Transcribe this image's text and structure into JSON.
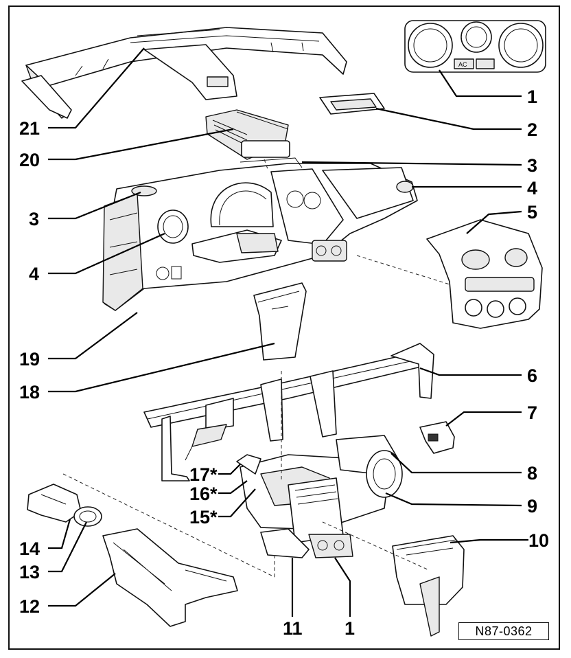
{
  "diagram": {
    "reference_code": "N87-0362",
    "callouts": [
      {
        "id": "c1a",
        "text": "1"
      },
      {
        "id": "c2",
        "text": "2"
      },
      {
        "id": "c3a",
        "text": "3"
      },
      {
        "id": "c4a",
        "text": "4"
      },
      {
        "id": "c5",
        "text": "5"
      },
      {
        "id": "c6",
        "text": "6"
      },
      {
        "id": "c7",
        "text": "7"
      },
      {
        "id": "c8",
        "text": "8"
      },
      {
        "id": "c9",
        "text": "9"
      },
      {
        "id": "c10",
        "text": "10"
      },
      {
        "id": "c21",
        "text": "21"
      },
      {
        "id": "c20",
        "text": "20"
      },
      {
        "id": "c3b",
        "text": "3"
      },
      {
        "id": "c4b",
        "text": "4"
      },
      {
        "id": "c19",
        "text": "19"
      },
      {
        "id": "c18",
        "text": "18"
      },
      {
        "id": "c17",
        "text": "17*"
      },
      {
        "id": "c16",
        "text": "16*"
      },
      {
        "id": "c15",
        "text": "15*"
      },
      {
        "id": "c14",
        "text": "14"
      },
      {
        "id": "c13",
        "text": "13"
      },
      {
        "id": "c12",
        "text": "12"
      },
      {
        "id": "c11",
        "text": "11"
      },
      {
        "id": "c1b",
        "text": "1"
      }
    ],
    "panel_button_ac": "AC"
  }
}
